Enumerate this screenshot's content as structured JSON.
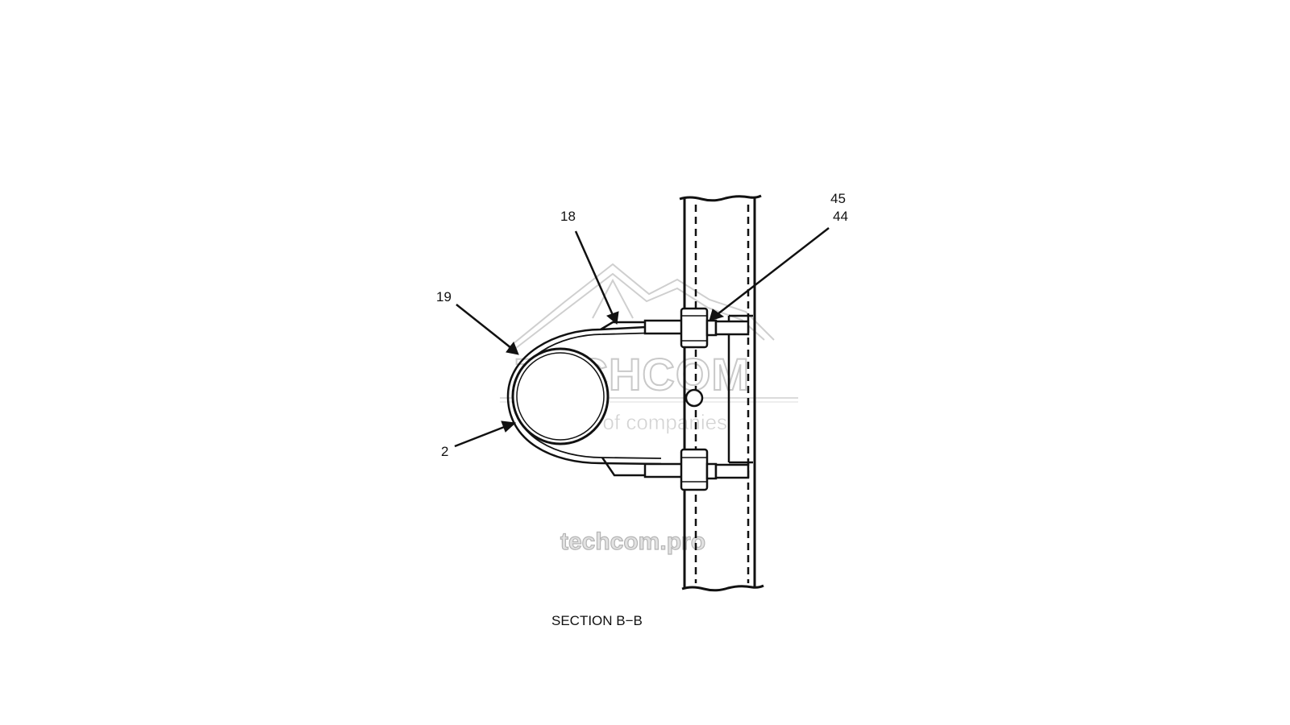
{
  "callouts": {
    "c45": "45",
    "c44": "44",
    "c18": "18",
    "c19": "19",
    "c2": "2"
  },
  "caption": "SECTION B−B",
  "watermark": {
    "brand": "TECHCOM",
    "tagline": "Group of companies",
    "url": "techcom.pro"
  },
  "colors": {
    "line": "#111111",
    "watermark": "#c9c9c9"
  }
}
